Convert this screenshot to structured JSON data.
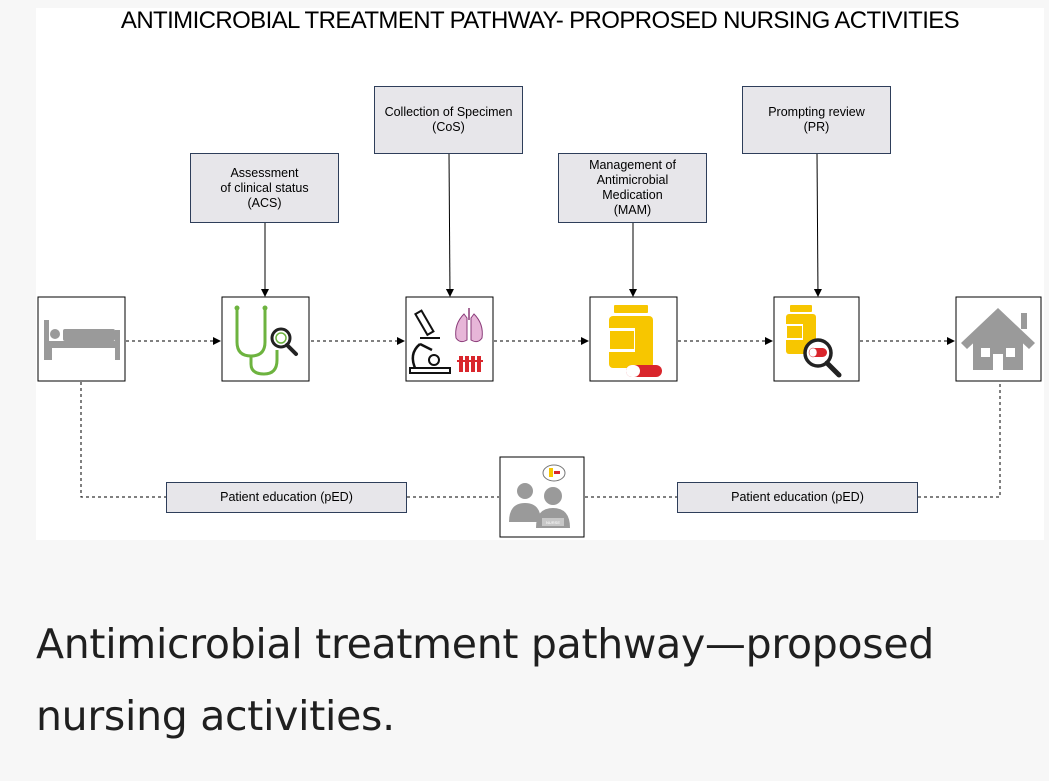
{
  "figure": {
    "title": "ANTIMICROBIAL TREATMENT PATHWAY- PROPROSED NURSING ACTIVITIES",
    "activities": [
      {
        "id": "acs",
        "label": "Assessment\nof clinical status\n(ACS)"
      },
      {
        "id": "cos",
        "label": "Collection of Specimen\n(CoS)"
      },
      {
        "id": "mam",
        "label": "Management  of\nAntimicrobial\nMedication\n(MAM)"
      },
      {
        "id": "pr",
        "label": "Prompting review\n(PR)"
      }
    ],
    "education_left": "Patient education (pED)",
    "education_right": "Patient education (pED)",
    "nurse_badge": "NURSE",
    "icons": [
      "hospital-bed-icon",
      "stethoscope-icon",
      "microscope-icon",
      "medication-bottle-icon",
      "medication-review-icon",
      "home-icon",
      "nurse-patient-icon"
    ],
    "colors": {
      "box_fill": "#e7e6ea",
      "box_border": "#2e3e5a",
      "icon_gray": "#9a9a9a",
      "pill_yellow": "#f7c600",
      "pill_red": "#d9262c",
      "stethoscope_green": "#6db33f"
    }
  },
  "caption": "Antimicrobial treatment pathway—proposed nursing activities."
}
